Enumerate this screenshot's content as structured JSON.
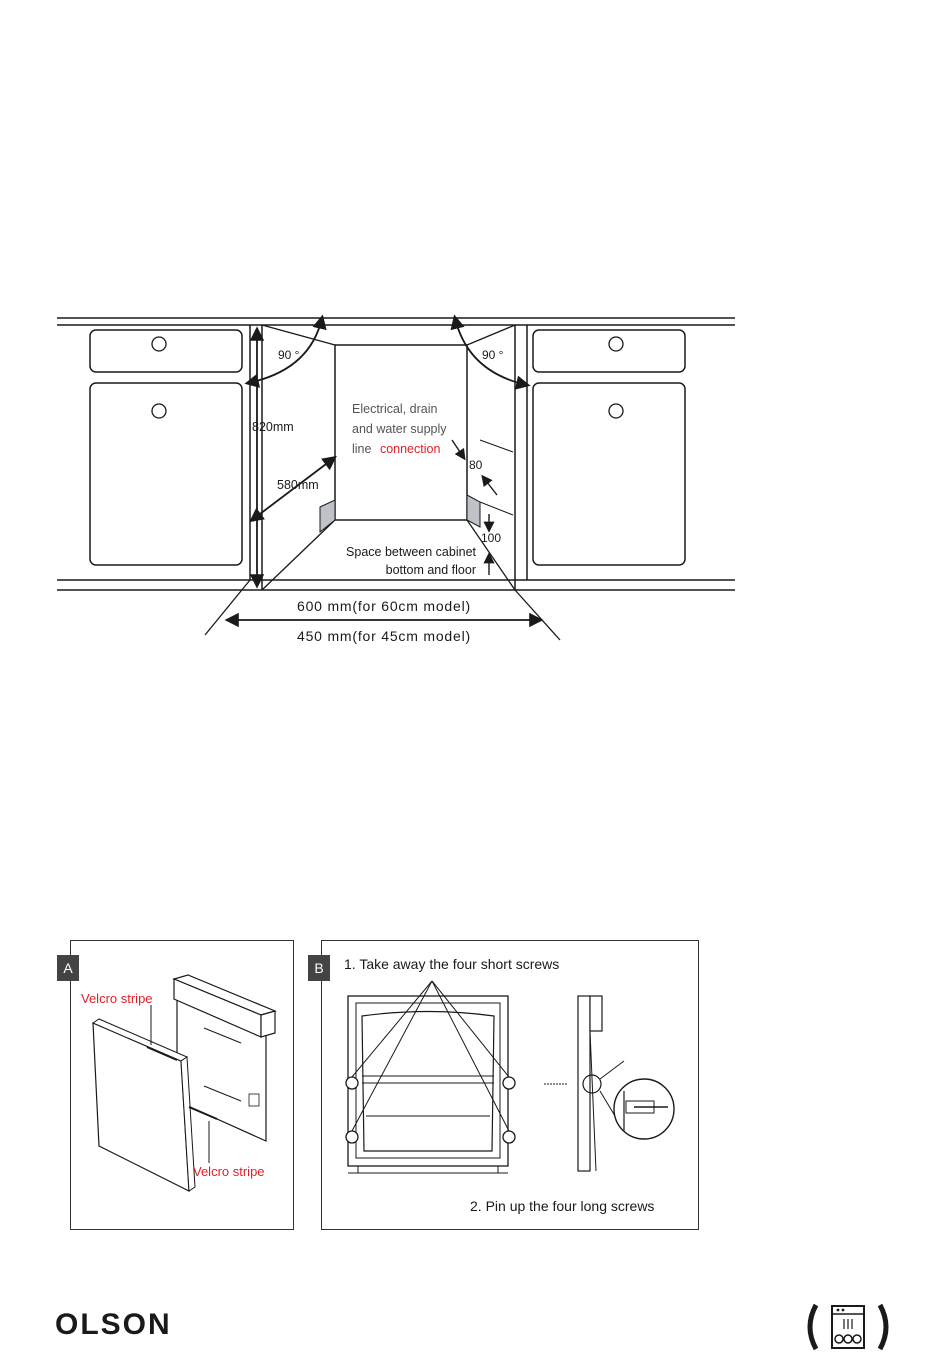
{
  "installation_diagram": {
    "angle_left": "90 °",
    "angle_right": "90 °",
    "height": "820mm",
    "depth": "580mm",
    "connection_line1": "Electrical, drain",
    "connection_line2": "and water supply",
    "connection_line3_prefix": "line",
    "connection_line3_highlight": "connection",
    "gap_top": "80",
    "gap_bottom": "100",
    "space_line1": "Space between cabinet",
    "space_line2": "bottom and floor",
    "width_60": "600 mm(for 60cm model)",
    "width_45": "450 mm(for 45cm model)"
  },
  "panel_a": {
    "badge": "A",
    "velcro_top": "Velcro stripe",
    "velcro_bottom": "Velcro stripe"
  },
  "panel_b": {
    "badge": "B",
    "step1": "1. Take away the four short screws",
    "step2": "2. Pin up the four long screws"
  },
  "footer": {
    "brand": "OLSON"
  },
  "colors": {
    "accent_red": "#e0212b",
    "ink": "#1a1a1a",
    "badge_bg": "#444444"
  },
  "icons": {
    "dishwasher": "dishwasher-icon"
  }
}
